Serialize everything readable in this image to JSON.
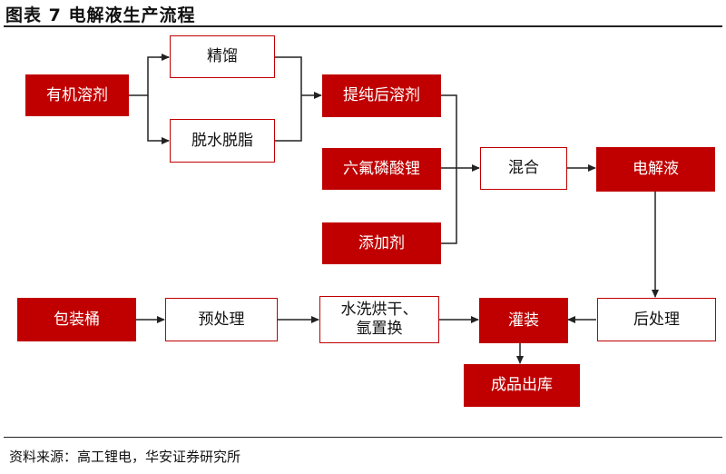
{
  "header": {
    "title": "图表 7  电解液生产流程"
  },
  "diagram": {
    "nodes": {
      "organic_solvent": "有机溶剂",
      "rectification": "精馏",
      "dehydration": "脱水脱脂",
      "purified_solvent": "提纯后溶剂",
      "lipf6": "六氟磷酸锂",
      "additive": "添加剂",
      "mixing": "混合",
      "electrolyte": "电解液",
      "post_treatment": "后处理",
      "filling": "灌装",
      "finished_storage": "成品出库",
      "drum": "包装桶",
      "pretreatment": "预处理",
      "wash_dry_line1": "水洗烘干、",
      "wash_dry_line2": "氩置换"
    }
  },
  "footer": {
    "source": "资料来源：高工锂电，华安证券研究所"
  },
  "colors": {
    "accent": "#c00000",
    "line": "#222222"
  }
}
